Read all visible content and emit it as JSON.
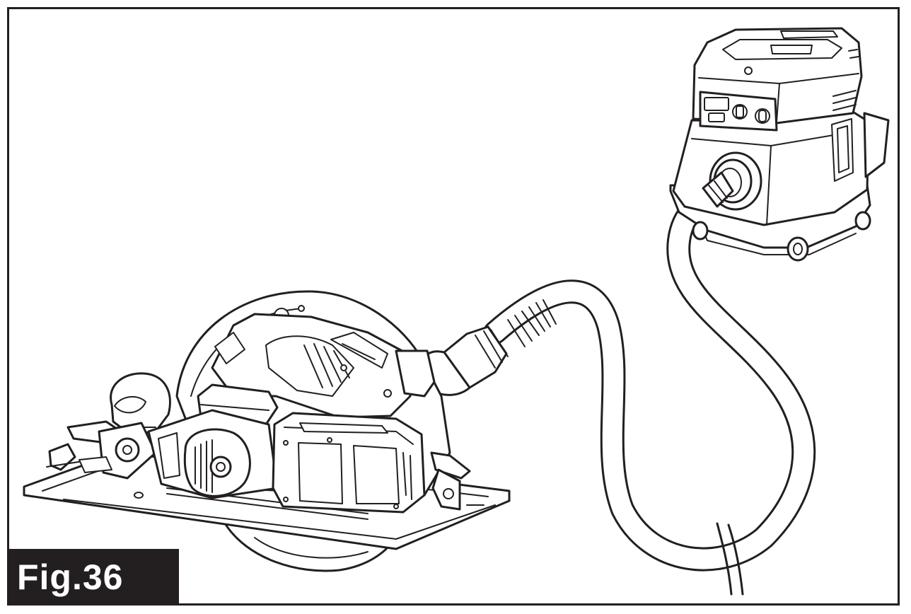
{
  "figure": {
    "label": "Fig.36"
  },
  "colors": {
    "line": "#231f20",
    "background": "#ffffff",
    "label_background": "#231f20",
    "label_text": "#ffffff"
  },
  "illustration": {
    "subjects": [
      "circular-saw",
      "dust-extractor",
      "vacuum-hose"
    ]
  }
}
